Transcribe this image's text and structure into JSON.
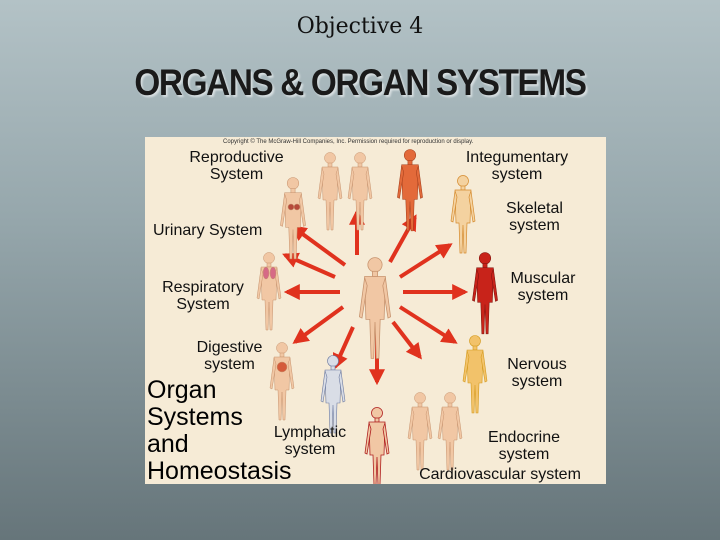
{
  "slide": {
    "subtitle": "Objective 4",
    "title": "ORGANS & ORGAN SYSTEMS"
  },
  "figure": {
    "copyright": "Copyright © The McGraw-Hill Companies, Inc. Permission required for reproduction or display.",
    "labels": {
      "reproductive": "Reproductive System",
      "urinary": "Urinary System",
      "respiratory": "Respiratory System",
      "digestive": "Digestive system",
      "lymphatic": "Lymphatic system",
      "integumentary": "Integumentary system",
      "skeletal": "Skeletal system",
      "muscular": "Muscular system",
      "nervous": "Nervous system",
      "endocrine": "Endocrine system",
      "cardiovascular": "Cardiovascular system"
    },
    "caption_lines": [
      "Organ",
      "Systems",
      "and",
      "Homeostasis"
    ],
    "colors": {
      "background": "#f6ebd6",
      "arrow": "#e0321e",
      "skin": "#f1c7a4"
    }
  }
}
